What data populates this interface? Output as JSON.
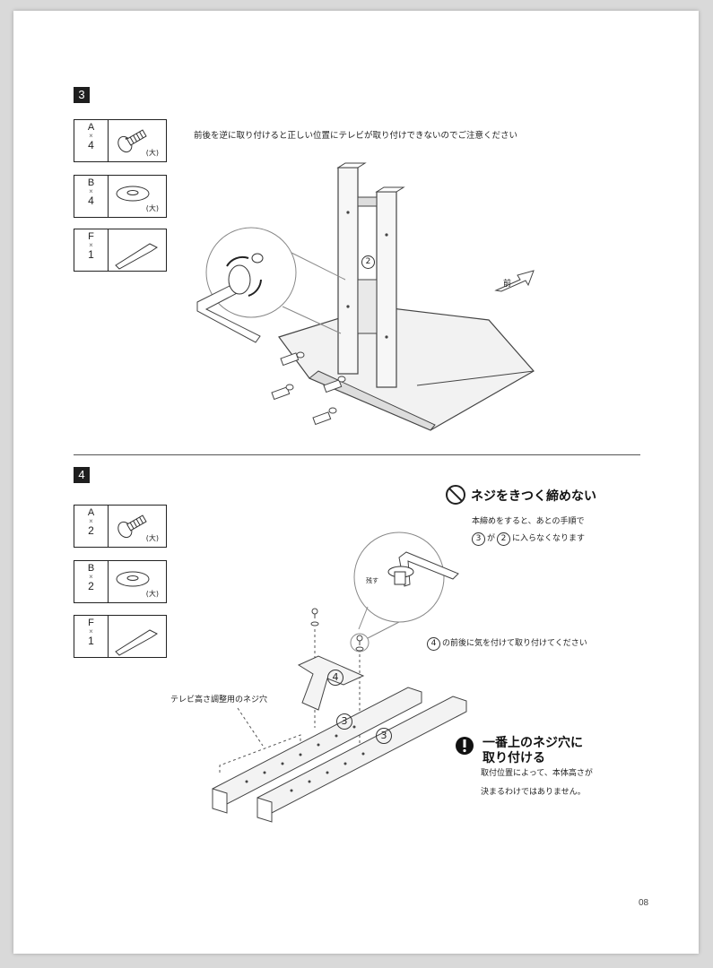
{
  "page_number": "08",
  "step3": {
    "badge": "3",
    "parts": [
      {
        "letter": "A",
        "times": "×",
        "count": "4",
        "icon": "screw-icon",
        "size": "(大)"
      },
      {
        "letter": "B",
        "times": "×",
        "count": "4",
        "icon": "washer-icon",
        "size": "(大)"
      },
      {
        "letter": "F",
        "times": "×",
        "count": "1",
        "icon": "hex-key-icon",
        "size": ""
      }
    ],
    "caution": "前後を逆に取り付けると正しい位置にテレビが取り付けできないのでご注意ください",
    "front_label": "前",
    "pillar_label": "2"
  },
  "step4": {
    "badge": "4",
    "parts": [
      {
        "letter": "A",
        "times": "×",
        "count": "2",
        "icon": "screw-icon",
        "size": "(大)"
      },
      {
        "letter": "B",
        "times": "×",
        "count": "2",
        "icon": "washer-icon",
        "size": "(大)"
      },
      {
        "letter": "F",
        "times": "×",
        "count": "1",
        "icon": "hex-key-icon",
        "size": ""
      }
    ],
    "warning_title": "ネジをきつく締めない",
    "warning_line1": "本締めをすると、あとの手順で",
    "warning_line2_a": "3",
    "warning_line2_b": "が",
    "warning_line2_c": "2",
    "warning_line2_d": "に入らなくなります",
    "leave_label": "残す",
    "orientation_num": "4",
    "orientation_text": "の前後に気を付けて取り付けてください",
    "height_hole_label": "テレビ高さ調整用のネジ穴",
    "bracket_label": "4",
    "rail_label_1": "3",
    "rail_label_2": "3",
    "top_hole_title_1": "一番上のネジ穴に",
    "top_hole_title_2": "取り付ける",
    "top_hole_note_1": "取付位置によって、本体高さが",
    "top_hole_note_2": "決まるわけではありません。"
  }
}
